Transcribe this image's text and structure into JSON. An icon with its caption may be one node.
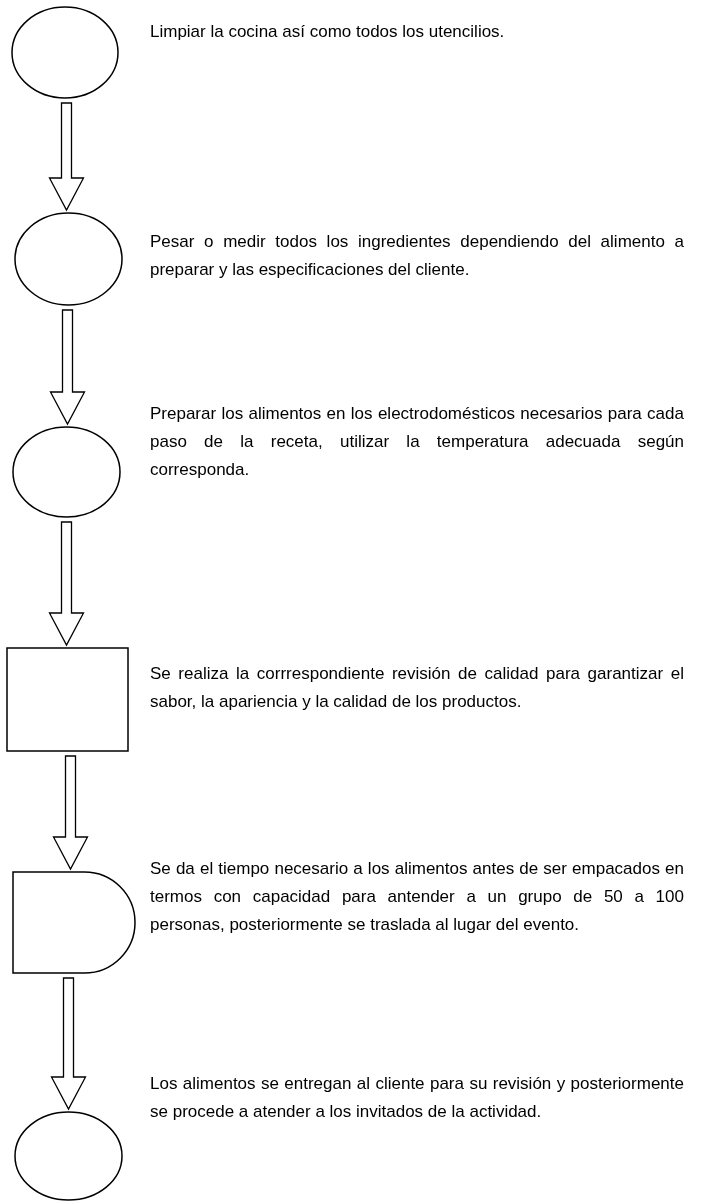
{
  "diagram": {
    "nodes": [
      {
        "text": [],
        "shape": "circle",
        "beside": [
          "Limpiar la cocina así como todos los utencilios."
        ]
      },
      {
        "text": [],
        "shape": "circle",
        "beside": [
          "Pesar o medir todos los ingredientes dependiendo del alimento a preparar y las especificaciones del cliente."
        ]
      },
      {
        "text": [],
        "shape": "circle",
        "beside": [
          "Preparar los alimentos en los electrodomésticos necesarios para cada paso de la receta, utilizar la temperatura adecuada según corresponda."
        ]
      },
      {
        "text": [],
        "shape": "box",
        "beside": [
          "Se realiza la corrrespondiente revisión de calidad para garantizar el sabor, la apariencia y la calidad de los productos."
        ]
      },
      {
        "text": [],
        "shape": "delay",
        "beside": [
          "Se da el tiempo necesario a los alimentos antes de ser empacados en termos con capacidad para antender a un grupo de 50 a 100 personas, posteriormente se traslada al lugar del evento."
        ]
      },
      {
        "text": [],
        "shape": "circle",
        "beside": [
          "Los alimentos se entregan al cliente para su revisión y posteriormente se procede a atender a los invitados de la actividad."
        ]
      }
    ],
    "edges": [
      {
        "from": 0,
        "to": 1,
        "arrow": "to"
      },
      {
        "from": 1,
        "to": 2,
        "arrow": "to"
      },
      {
        "from": 2,
        "to": 3,
        "arrow": "to"
      },
      {
        "from": 3,
        "to": 4,
        "arrow": "to"
      },
      {
        "from": 4,
        "to": 5,
        "arrow": "to"
      }
    ]
  }
}
